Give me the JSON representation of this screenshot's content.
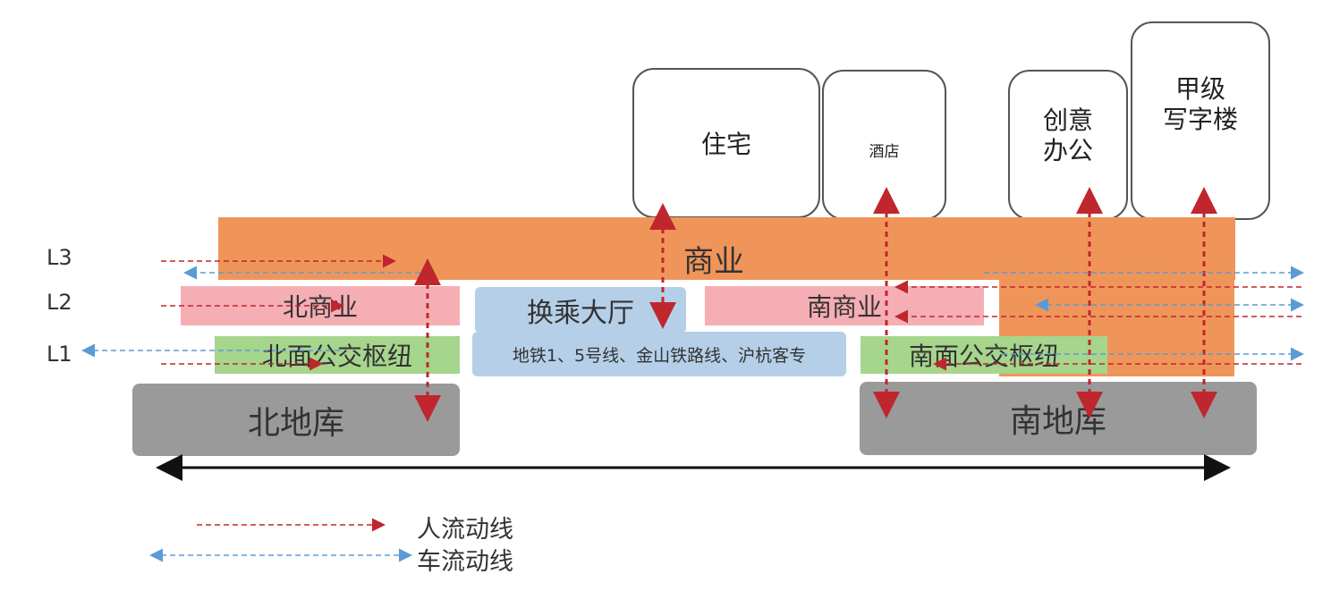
{
  "levels": {
    "l3": "L3",
    "l2": "L2",
    "l1": "L1"
  },
  "towers": {
    "residential": "住宅",
    "hotel": "酒店",
    "creative_office": "创意\n办公",
    "grade_a_office": "甲级\n写字楼"
  },
  "blocks": {
    "commercial": "商业",
    "north_commercial": "北商业",
    "transfer_hall": "换乘大厅",
    "south_commercial": "南商业",
    "north_bus_hub": "北面公交枢纽",
    "transit_lines": "地铁1、5号线、金山铁路线、沪杭客专",
    "south_bus_hub": "南面公交枢纽",
    "north_garage": "北地库",
    "south_garage": "南地库"
  },
  "legend": {
    "pedestrian": "人流动线",
    "vehicle": "车流动线"
  },
  "colors": {
    "commercial": "#f0955a",
    "pink": "#f5aeb4",
    "transfer": "#b5cfe8",
    "green": "#a6d58c",
    "garage": "#9a9a9a",
    "pedestrian_arrow": "#c0262d",
    "vehicle_arrow": "#5b9bd5"
  }
}
